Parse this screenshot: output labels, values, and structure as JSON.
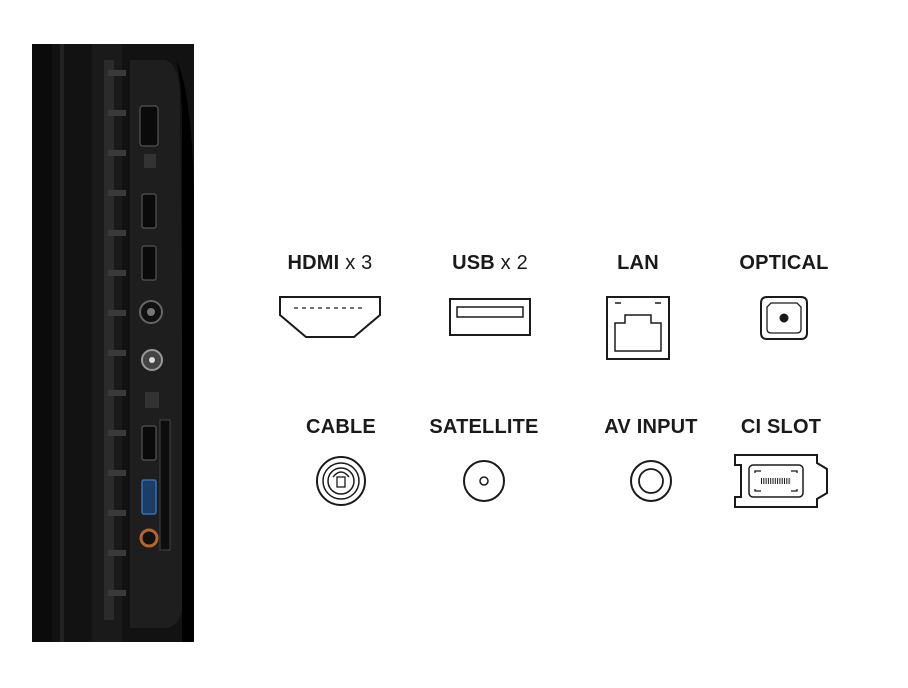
{
  "ports": [
    {
      "id": "hdmi",
      "name": "HDMI",
      "multiplier": "x 3",
      "icon": "hdmi-icon"
    },
    {
      "id": "usb",
      "name": "USB",
      "multiplier": "x 2",
      "icon": "usb-icon"
    },
    {
      "id": "lan",
      "name": "LAN",
      "multiplier": "",
      "icon": "lan-icon"
    },
    {
      "id": "optical",
      "name": "OPTICAL",
      "multiplier": "",
      "icon": "optical-icon"
    },
    {
      "id": "cable",
      "name": "CABLE",
      "multiplier": "",
      "icon": "cable-icon"
    },
    {
      "id": "satellite",
      "name": "SATELLITE",
      "multiplier": "",
      "icon": "satellite-icon"
    },
    {
      "id": "av",
      "name": "AV INPUT",
      "multiplier": "",
      "icon": "av-input-icon"
    },
    {
      "id": "ci",
      "name": "CI SLOT",
      "multiplier": "",
      "icon": "ci-slot-icon"
    }
  ],
  "colors": {
    "tv_body": "#111111",
    "panel": "#1c1c1c",
    "usb_blue": "#3a6fb0",
    "av_orange": "#b8642a",
    "ink": "#1a1a1a"
  }
}
